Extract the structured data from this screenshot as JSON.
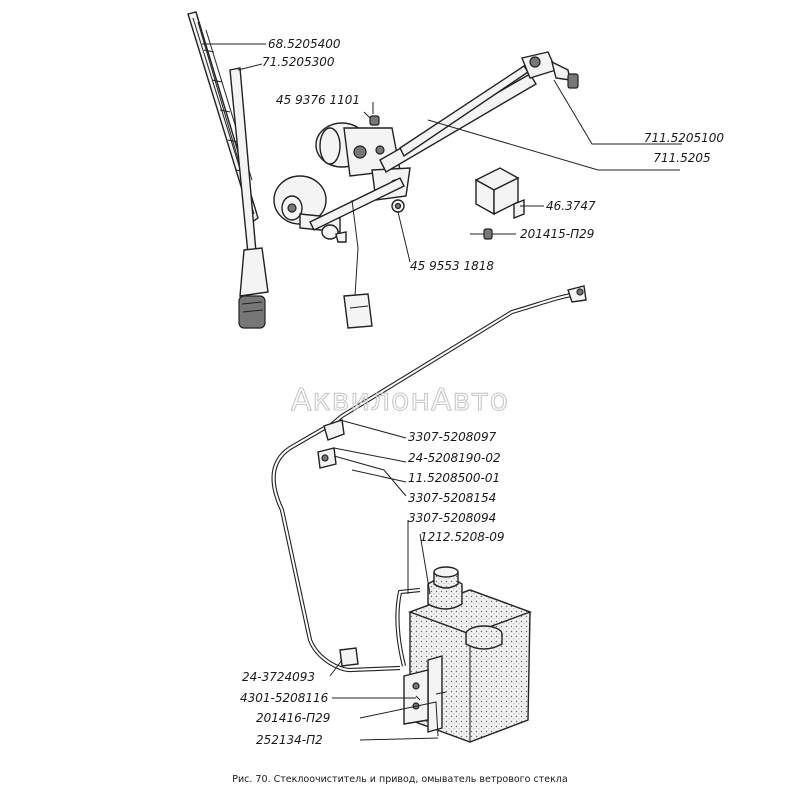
{
  "watermark": "АквилонАвто",
  "caption": "Рис. 70. Стеклоочиститель и привод, омыватель ветрового стекла",
  "callouts": {
    "wiper_blade": "68.5205400",
    "wiper_arm": "71.5205300",
    "screw_top": "45 9376 1101",
    "drive_linkage": "711.5205100",
    "motor_assembly": "711.5205",
    "relay": "46.3747",
    "relay_screw": "201415-П29",
    "nut": "45 9553 1818",
    "hose_jet_a": "3307-5208097",
    "jet_holder": "24-5208190-02",
    "jet": "11.5208500-01",
    "hose_jet_b": "3307-5208154",
    "hose_pump": "3307-5208094",
    "pump": "1212.5208-09",
    "clip": "24-3724093",
    "bracket": "4301-5208116",
    "bracket_screw": "201416-П29",
    "washer": "252134-П2"
  }
}
